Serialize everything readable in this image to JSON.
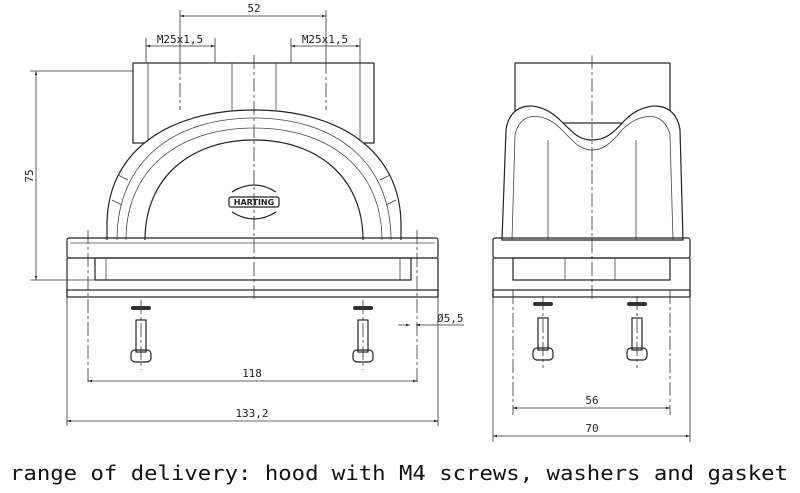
{
  "dimensions": {
    "gland_spacing": "52",
    "thread_left": "M25x1,5",
    "thread_right": "M25x1,5",
    "height": "75",
    "hole_diameter": "Ø5,5",
    "hole_spacing_front": "118",
    "width_front": "133,2",
    "hole_spacing_side": "56",
    "width_side": "70"
  },
  "logo_text": "HARTING",
  "caption": "range of delivery: hood with M4 screws, washers and gasket"
}
